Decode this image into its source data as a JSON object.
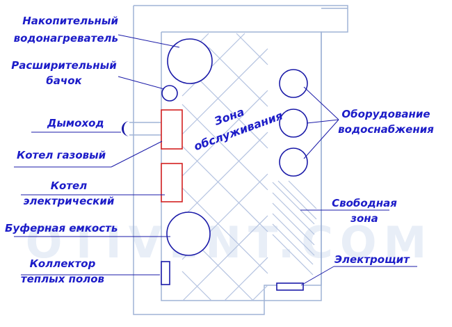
{
  "colors": {
    "label": "#1c1cc8",
    "wall": "#9fb3d6",
    "hatch": "#b3c2e0",
    "equipment": "#1a1aa8",
    "boiler": "#d42020",
    "watermark": "#e8eef7"
  },
  "labels": {
    "water_heater": [
      "Накопительный",
      "водонагреватель"
    ],
    "expansion_tank": [
      "Расширительный",
      "бачок"
    ],
    "chimney": "Дымоход",
    "gas_boiler": "Котел газовый",
    "electric_boiler": [
      "Котел",
      "электрический"
    ],
    "buffer_tank": "Буферная емкость",
    "floor_collector": [
      "Коллектор",
      "теплых полов"
    ],
    "water_equipment": [
      "Оборудование",
      "водоснабжения"
    ],
    "free_zone": [
      "Свободная",
      "зона"
    ],
    "electric_panel": "Электрощит",
    "service_zone": [
      "Зона",
      "обслуживания"
    ]
  },
  "watermark": "OTIVENT.COM"
}
